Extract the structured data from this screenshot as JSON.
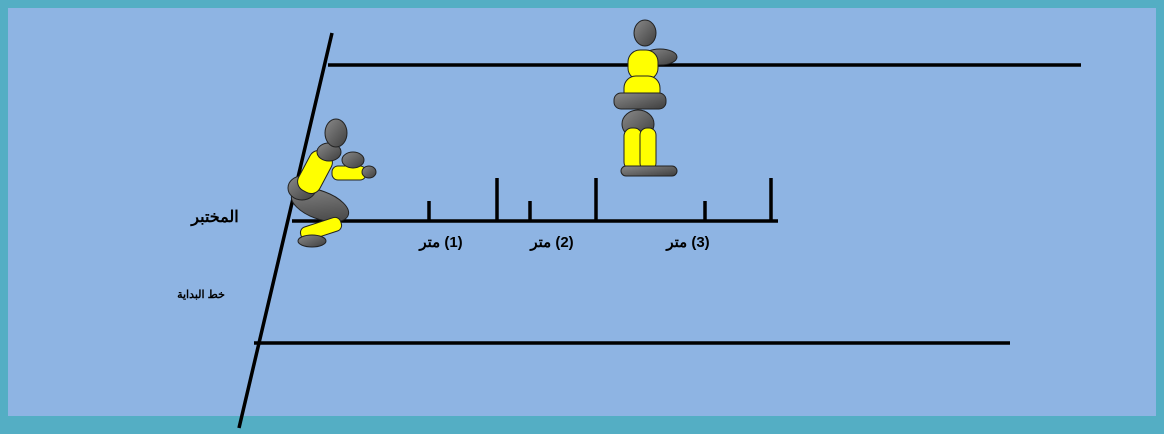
{
  "labels": {
    "examinee": "المختبر",
    "start_line": "خط البداية",
    "meter_1": "(1) متر",
    "meter_2": "(2) متر",
    "meter_3": "(3) متر"
  },
  "colors": {
    "frame": "#54aec4",
    "field": "#8eb4e3",
    "lines": "#000000",
    "figure_body": "#ffff00",
    "figure_joint": "#5a5a5a"
  },
  "icons": {
    "crouching_figure": "crouching-person-figure",
    "standing_figure": "standing-person-figure"
  }
}
